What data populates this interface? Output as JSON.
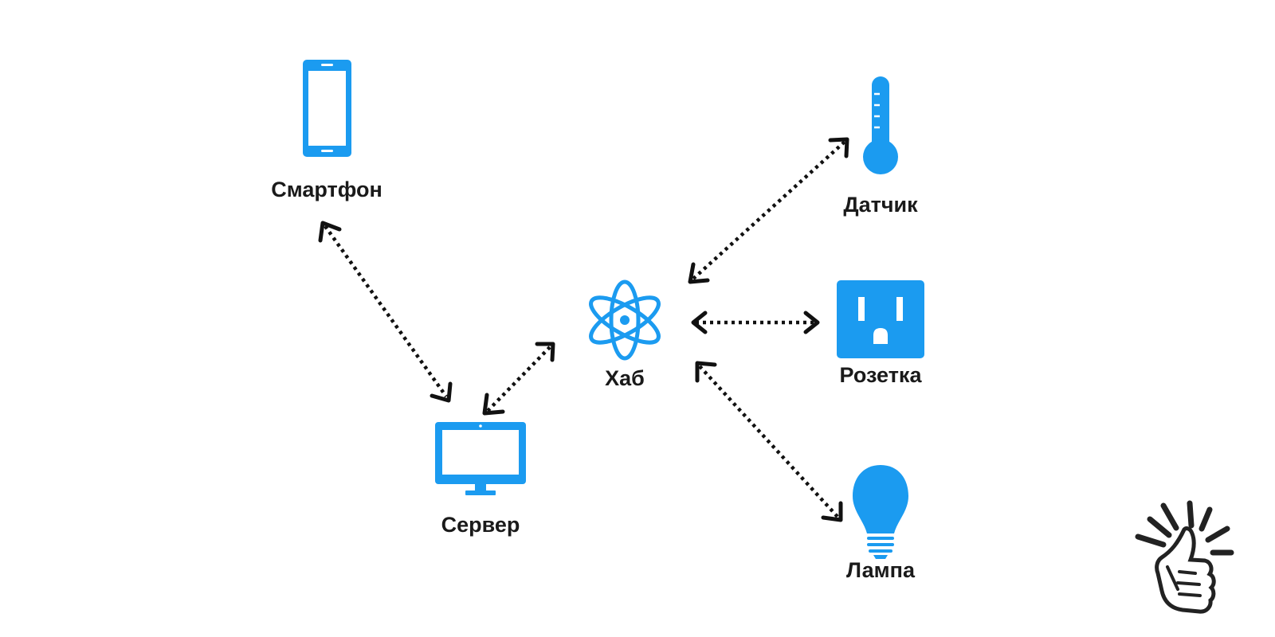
{
  "colors": {
    "icon": "#1b9bf0",
    "connector": "#111111",
    "label": "#1a1a1a",
    "logo": "#222222"
  },
  "nodes": {
    "smartphone": {
      "label": "Смартфон",
      "icon": "smartphone-icon"
    },
    "server": {
      "label": "Сервер",
      "icon": "monitor-icon"
    },
    "hub": {
      "label": "Хаб",
      "icon": "atom-icon"
    },
    "sensor": {
      "label": "Датчик",
      "icon": "thermometer-icon"
    },
    "socket": {
      "label": "Розетка",
      "icon": "power-socket-icon"
    },
    "lamp": {
      "label": "Лампа",
      "icon": "light-bulb-icon"
    }
  },
  "links": [
    {
      "from": "Смартфон",
      "to": "Сервер",
      "direction": "both"
    },
    {
      "from": "Сервер",
      "to": "Хаб",
      "direction": "both"
    },
    {
      "from": "Хаб",
      "to": "Датчик",
      "direction": "both"
    },
    {
      "from": "Хаб",
      "to": "Розетка",
      "direction": "both"
    },
    {
      "from": "Хаб",
      "to": "Лампа",
      "direction": "both"
    }
  ],
  "watermark": {
    "icon": "thumbs-up-logo-icon"
  }
}
